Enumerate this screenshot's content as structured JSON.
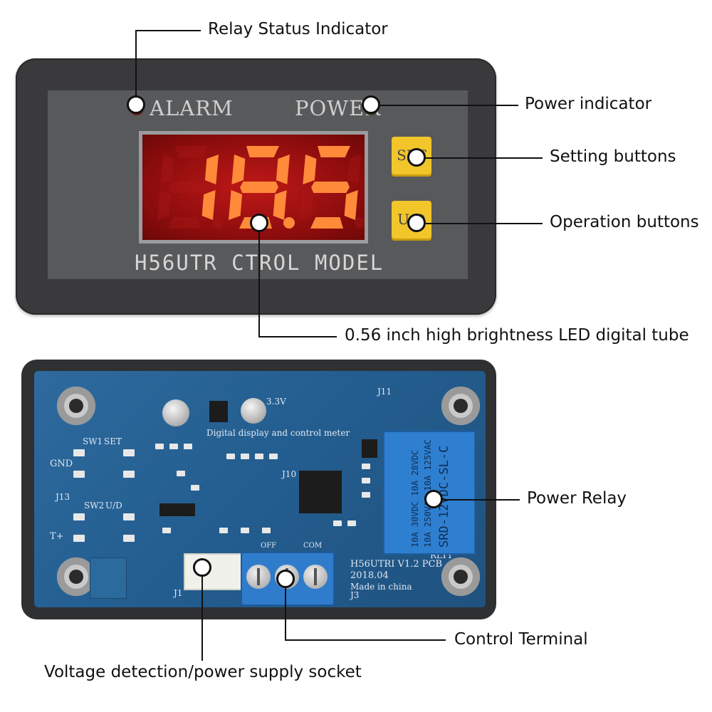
{
  "front_panel": {
    "alarm_label": "ALARM",
    "power_label": "POWER",
    "display_value": "18.5",
    "model_text": "H56UTR CTROL MODEL",
    "set_key": "SET",
    "ud_key": "U/D"
  },
  "back_board": {
    "silkscreen_title": "Digital display and control meter",
    "board_name": "H56UTRI  V1.2 PCB",
    "board_date": "2018.04",
    "board_origin": "Made in china",
    "relay_lines": [
      "SRD-12VDC-SL-C",
      "10A 250VAC  10A 125VAC",
      "10A 30VDC  10A 28VDC"
    ],
    "gnd_label": "GND",
    "sw1_label": "SW1",
    "set_label": "SET",
    "sw2_label": "SW2",
    "ud_label": "U/D",
    "tplus_label": "T+",
    "j13_label": "J13",
    "v33_label": "3.3V",
    "j10_label": "J10",
    "j11_label": "J11",
    "rly1_label": "RLY1",
    "j3_label": "J3",
    "j1_label": "J1",
    "com_label": "COM",
    "off_label": "OFF"
  },
  "callouts": {
    "relay_status": "Relay Status Indicator",
    "power_indicator": "Power indicator",
    "setting_buttons": "Setting buttons",
    "operation_buttons": "Operation buttons",
    "led_tube": "0.56 inch high brightness LED digital tube",
    "power_relay": "Power Relay",
    "control_terminal": "Control Terminal",
    "voltage_socket": "Voltage detection/power supply socket"
  },
  "colors": {
    "segment_lit": "#ff8a3a",
    "segment_dim": "#b01a1a",
    "key_yellow": "#f2c62a",
    "pcb_blue": "#235d8f",
    "relay_blue": "#2f7fd0"
  }
}
